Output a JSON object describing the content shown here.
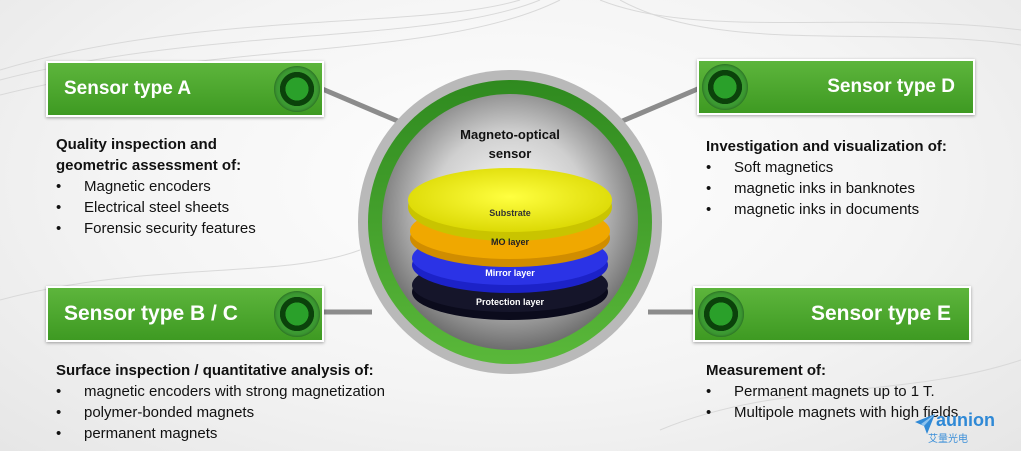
{
  "hub": {
    "title": "Magneto-optical\nsensor",
    "layers": [
      "Substrate",
      "MO layer",
      "Mirror layer",
      "Protection layer"
    ]
  },
  "sensors": [
    {
      "title": "Sensor type A",
      "heading": "Quality inspection and\ngeometric assessment of:",
      "items": [
        "Magnetic encoders",
        "Electrical steel sheets",
        "Forensic security features"
      ]
    },
    {
      "title": "Sensor type B / C",
      "heading": "Surface inspection / quantitative analysis of:",
      "items": [
        "magnetic encoders with strong magnetization",
        "polymer-bonded magnets",
        "permanent magnets"
      ]
    },
    {
      "title": "Sensor type D",
      "heading": "Investigation and visualization of:",
      "items": [
        "Soft magnetics",
        "magnetic inks in banknotes",
        "magnetic inks in documents"
      ]
    },
    {
      "title": "Sensor type E",
      "heading": "Measurement of:",
      "items": [
        "Permanent magnets up to 1 T.",
        "Multipole magnets with high fields"
      ]
    }
  ],
  "brand": {
    "name": "aunion",
    "sub": "艾量光电",
    "icon": "paper-plane-logo-icon"
  },
  "colors": {
    "green": "#3e9a22",
    "ring": "#4ea62e",
    "substrate": "#f2f000",
    "mo": "#f0a800",
    "mirror": "#2b33e6",
    "protection": "#0b0b1c"
  }
}
